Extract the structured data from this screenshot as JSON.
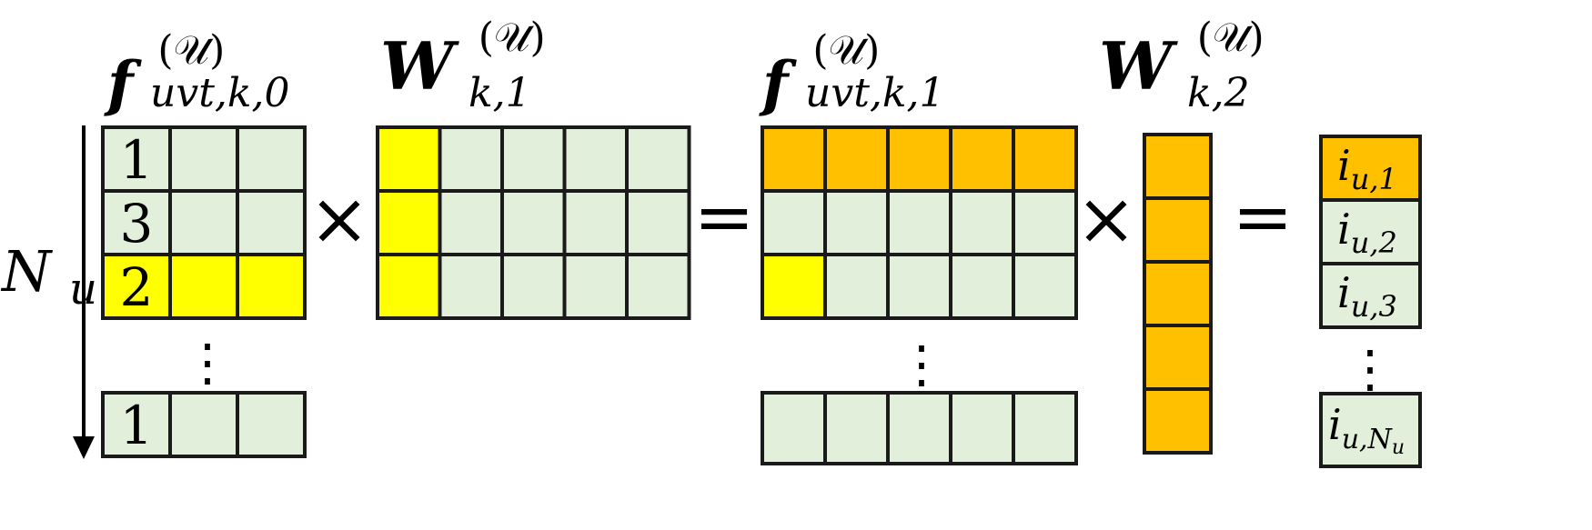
{
  "colors": {
    "cell_default": "#e2efda",
    "cell_highlight_yellow": "#ffff00",
    "cell_highlight_orange": "#ffc000",
    "stroke": "#1a1a1a",
    "text": "#000000"
  },
  "labels": {
    "f0": {
      "base": "f",
      "sup": "(𝒰)",
      "sub": "uvt,k,0"
    },
    "w1": {
      "base": "W",
      "sup": "(𝒰)",
      "sub": "k,1"
    },
    "f1": {
      "base": "f",
      "sup": "(𝒰)",
      "sub": "uvt,k,1"
    },
    "w2": {
      "base": "W",
      "sup": "(𝒰)",
      "sub": "k,2"
    },
    "axis": {
      "base": "N",
      "sub": "u"
    }
  },
  "operators": {
    "times": "×",
    "equals": "="
  },
  "ellipsis": "⋮",
  "matrices": {
    "f0": {
      "rows": [
        {
          "cells": [
            "1",
            "",
            ""
          ],
          "highlight": []
        },
        {
          "cells": [
            "3",
            "",
            ""
          ],
          "highlight": []
        },
        {
          "cells": [
            "2",
            "",
            ""
          ],
          "highlight": [
            0,
            1,
            2
          ]
        }
      ],
      "last_row": {
        "cells": [
          "1",
          "",
          ""
        ],
        "highlight": []
      }
    },
    "w1": {
      "rows": 3,
      "cols": 5,
      "highlight_col": 0
    },
    "f1": {
      "rows": 3,
      "cols": 5,
      "highlight_row": 0,
      "highlight_cell": [
        2,
        0
      ],
      "last_row_cols": 5
    },
    "w2": {
      "rows": 5,
      "highlight_all": true
    },
    "result": {
      "items": [
        {
          "base": "i",
          "sub": "u,1",
          "highlight": true
        },
        {
          "base": "i",
          "sub": "u,2",
          "highlight": false
        },
        {
          "base": "i",
          "sub": "u,3",
          "highlight": false
        }
      ],
      "last": {
        "base": "i",
        "sub_prefix": "u,",
        "sub_var": "N",
        "sub_var_sub": "u",
        "highlight": false
      }
    }
  }
}
